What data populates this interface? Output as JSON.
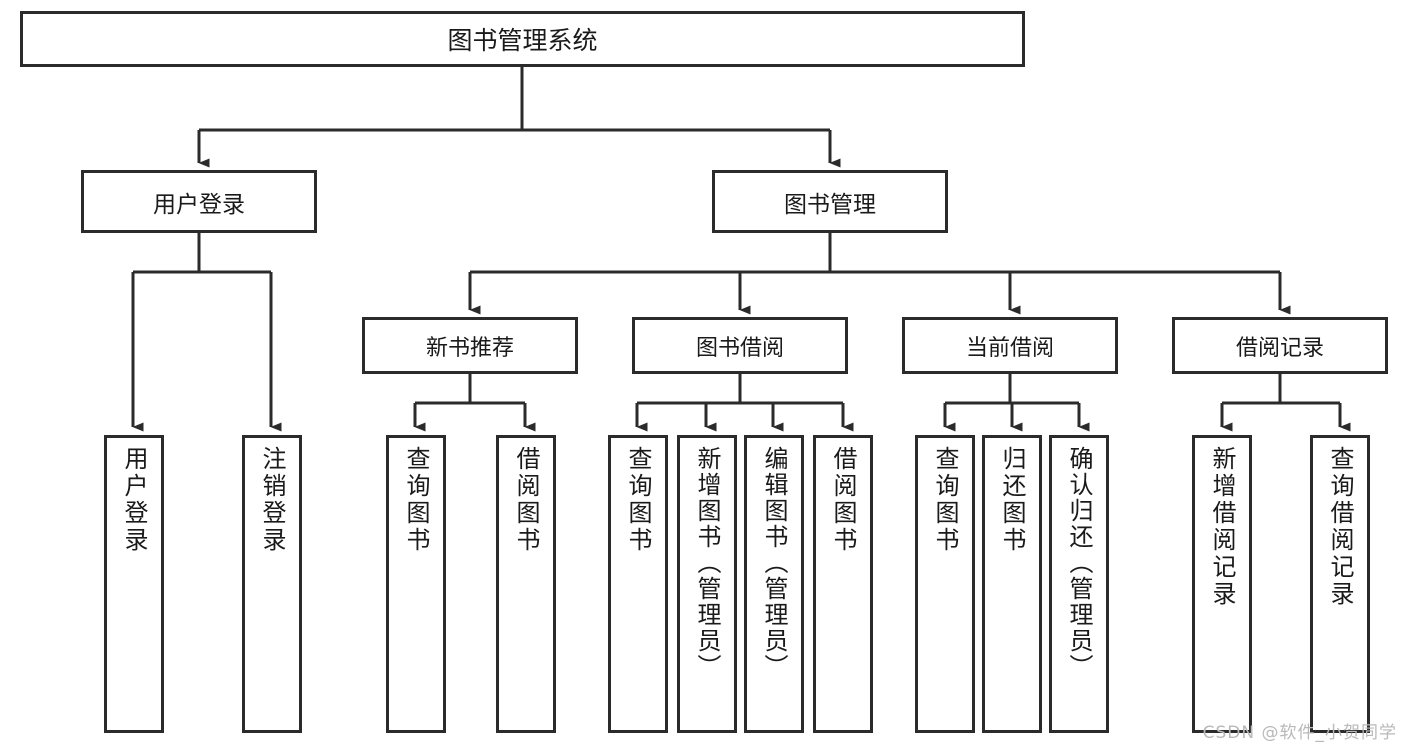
{
  "diagram": {
    "title": "图书管理系统",
    "type": "tree-hierarchy-chart",
    "watermark": "CSDN @软件_小贺同学",
    "colors": {
      "box_border": "#2b2b2b",
      "box_fill": "#ffffff",
      "connector": "#2b2b2b",
      "text": "#1a1a1a",
      "watermark": "#b9b9b9",
      "background": "#ffffff"
    },
    "root": {
      "id": "root",
      "label": "图书管理系统"
    },
    "level2": [
      {
        "id": "user-login",
        "label": "用户登录"
      },
      {
        "id": "book-manage",
        "label": "图书管理"
      }
    ],
    "level3": [
      {
        "id": "new-book-recommend",
        "label": "新书推荐",
        "parent": "book-manage"
      },
      {
        "id": "book-borrow",
        "label": "图书借阅",
        "parent": "book-manage"
      },
      {
        "id": "current-borrow",
        "label": "当前借阅",
        "parent": "book-manage"
      },
      {
        "id": "borrow-record",
        "label": "借阅记录",
        "parent": "book-manage"
      }
    ],
    "leaves": {
      "user-login": [
        {
          "id": "leaf-user-login",
          "label": "用户登录"
        },
        {
          "id": "leaf-user-logout",
          "label": "注销登录"
        }
      ],
      "new-book-recommend": [
        {
          "id": "leaf-query-book-1",
          "label": "查询图书"
        },
        {
          "id": "leaf-borrow-book-1",
          "label": "借阅图书"
        }
      ],
      "book-borrow": [
        {
          "id": "leaf-query-book-2",
          "label": "查询图书"
        },
        {
          "id": "leaf-add-book",
          "label": "新增图书（管理员）"
        },
        {
          "id": "leaf-edit-book",
          "label": "编辑图书（管理员）"
        },
        {
          "id": "leaf-borrow-book-2",
          "label": "借阅图书"
        }
      ],
      "current-borrow": [
        {
          "id": "leaf-query-book-3",
          "label": "查询图书"
        },
        {
          "id": "leaf-return-book",
          "label": "归还图书"
        },
        {
          "id": "leaf-confirm-return",
          "label": "确认归还（管理员）"
        }
      ],
      "borrow-record": [
        {
          "id": "leaf-add-record",
          "label": "新增借阅记录"
        },
        {
          "id": "leaf-query-record",
          "label": "查询借阅记录"
        }
      ]
    }
  }
}
